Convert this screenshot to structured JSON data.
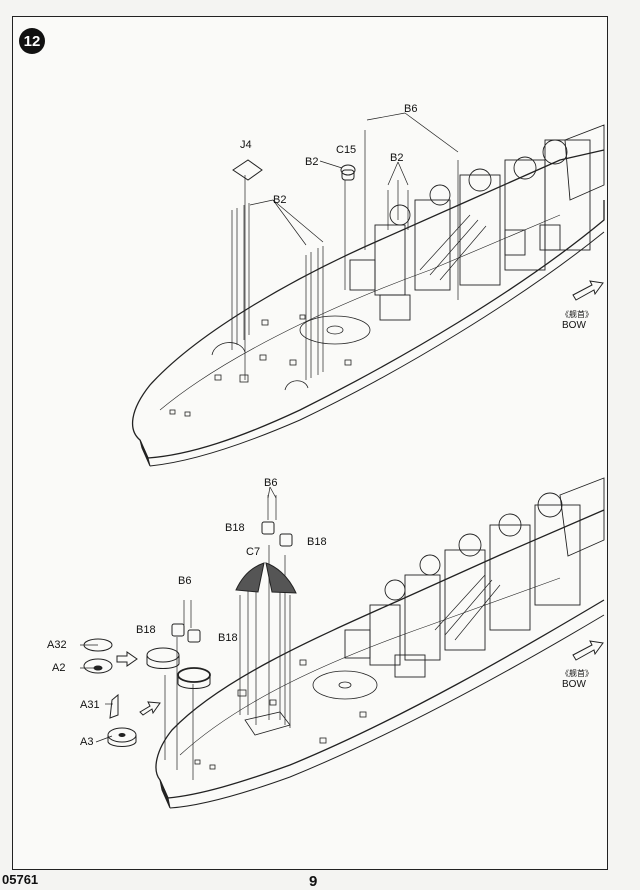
{
  "step": {
    "number": "12"
  },
  "top_view": {
    "parts": {
      "j4": "J4",
      "b2_a": "B2",
      "c15": "C15",
      "b2_b": "B2",
      "b6": "B6",
      "b2_c": "B2"
    },
    "bow_cn": "《舰首》",
    "bow_en": "BOW"
  },
  "bottom_view": {
    "parts": {
      "b6_a": "B6",
      "b18_a": "B18",
      "b18_b": "B18",
      "c7": "C7",
      "b6_b": "B6",
      "b18_c": "B18",
      "b18_d": "B18",
      "a32": "A32",
      "a2": "A2",
      "a31": "A31",
      "a3": "A3"
    },
    "bow_cn": "《舰首》",
    "bow_en": "BOW"
  },
  "footer": {
    "code": "05761",
    "page": "9"
  },
  "icons": [
    "step-badge",
    "assembly-arrow-icon",
    "bow-arrow-icon"
  ]
}
